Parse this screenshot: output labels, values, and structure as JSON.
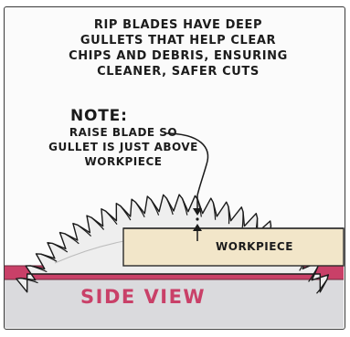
{
  "caption": {
    "lines": [
      "RIP BLADES HAVE DEEP",
      "GULLETS THAT HELP CLEAR",
      "CHIPS AND DEBRIS, ENSURING",
      "CLEANER, SAFER CUTS"
    ]
  },
  "note": {
    "title": "NOTE:",
    "lines": [
      "RAISE BLADE SO",
      "GULLET IS JUST ABOVE",
      "WORKPIECE"
    ]
  },
  "workpiece_label": "WORKPIECE",
  "view_title": "SIDE VIEW",
  "colors": {
    "table_red": "#c94068",
    "table_base": "#d9d9db",
    "workpiece": "#f2e6c9",
    "blade": "#eeeeee",
    "ink": "#1a1a1a"
  }
}
